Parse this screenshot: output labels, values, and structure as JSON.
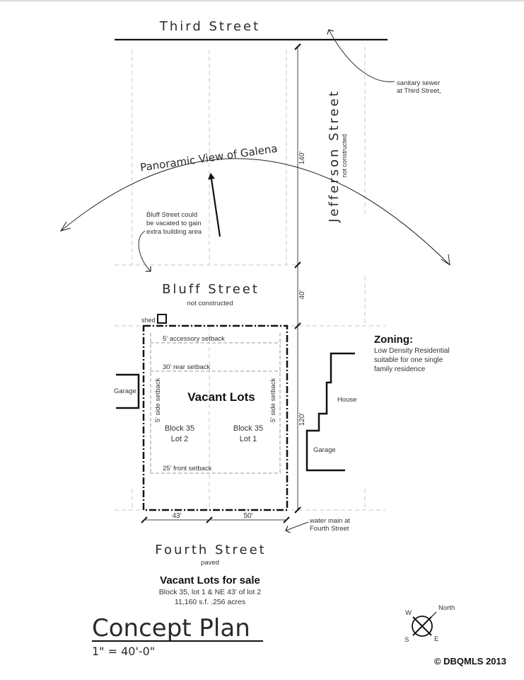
{
  "streets": {
    "third": "Third Street",
    "jefferson": "Jefferson Street",
    "jefferson_note": "not constructed",
    "bluff": "Bluff Street",
    "bluff_note": "not constructed",
    "fourth": "Fourth Street",
    "fourth_note": "paved"
  },
  "notes": {
    "sewer_line1": "sanitary sewer",
    "sewer_line2": "at Third Street,",
    "panoramic": "Panoramic View of Galena",
    "bluff_vacate_1": "Bluff Street could",
    "bluff_vacate_2": "be vacated to gain",
    "bluff_vacate_3": "extra building area",
    "shed": "shed",
    "water_1": "water main at",
    "water_2": "Fourth Street"
  },
  "dimensions": {
    "d140": "140'",
    "d40": "40'",
    "d120": "120'",
    "d43": "43'",
    "d50": "50'"
  },
  "setbacks": {
    "accessory": "5' accessory setback",
    "rear": "30' rear setback",
    "side_left": "5' side setback",
    "side_right": "5' side setback",
    "front": "25' front setback"
  },
  "lots": {
    "title": "Vacant Lots",
    "lot2_line1": "Block 35",
    "lot2_line2": "Lot 2",
    "lot1_line1": "Block 35",
    "lot1_line2": "Lot 1"
  },
  "buildings": {
    "garage_left": "Garage",
    "house": "House",
    "garage_right": "Garage"
  },
  "zoning": {
    "title": "Zoning:",
    "line1": "Low Density Residential",
    "line2": "suitable for one single",
    "line3": "family residence"
  },
  "sale": {
    "title": "Vacant Lots for sale",
    "line1": "Block 35, lot 1 & NE 43' of lot 2",
    "line2": "11,160 s.f.  .256 acres"
  },
  "plan": {
    "title": "Concept Plan",
    "scale": "1\" = 40'-0\""
  },
  "compass": {
    "north": "North",
    "w": "W",
    "s": "S",
    "e": "E"
  },
  "copyright": "© DBQMLS 2013"
}
